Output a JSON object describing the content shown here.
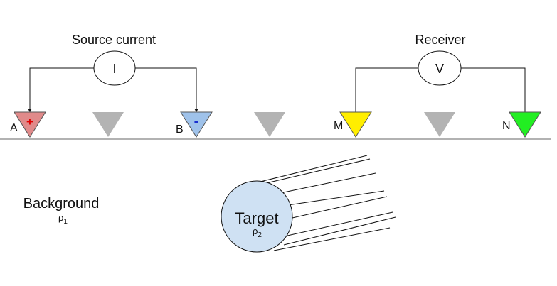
{
  "source": {
    "title": "Source current",
    "meter": "I"
  },
  "receiver": {
    "title": "Receiver",
    "meter": "V"
  },
  "electrodes": {
    "a": {
      "label": "A",
      "sign": "+",
      "color": "#e08a8a",
      "sign_color": "#e00000"
    },
    "b": {
      "label": "B",
      "sign": "-",
      "color": "#9fc2ea",
      "sign_color": "#1a2fd0"
    },
    "m": {
      "label": "M",
      "color": "#ffee00"
    },
    "n": {
      "label": "N",
      "color": "#22ee22"
    },
    "inactive_color": "#b3b3b3"
  },
  "background": {
    "label": "Background",
    "rho": "ρ",
    "sub": "1"
  },
  "target": {
    "label": "Target",
    "rho": "ρ",
    "sub": "2",
    "color": "#cfe1f3"
  }
}
